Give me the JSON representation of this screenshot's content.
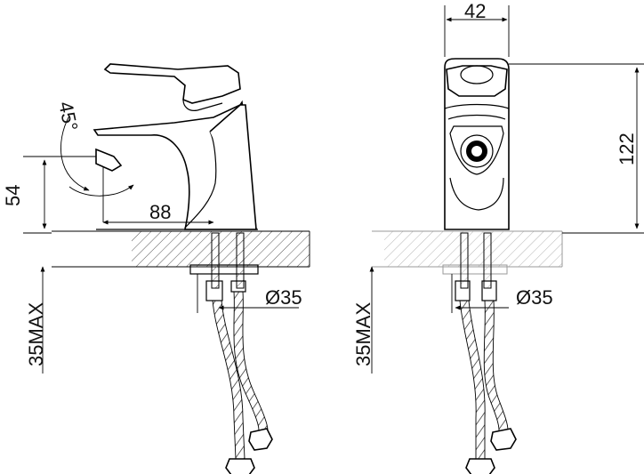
{
  "side_view": {
    "dim_angle": "45°",
    "dim_height": "54",
    "dim_reach": "88",
    "dim_hole": "Ø35",
    "dim_max": "35MAX"
  },
  "front_view": {
    "dim_width": "42",
    "dim_total_height": "122",
    "dim_hole": "Ø35",
    "dim_max": "35MAX"
  },
  "colors": {
    "line": "#000000",
    "hatch": "#555555",
    "hatch_light": "#b5b5b5"
  }
}
